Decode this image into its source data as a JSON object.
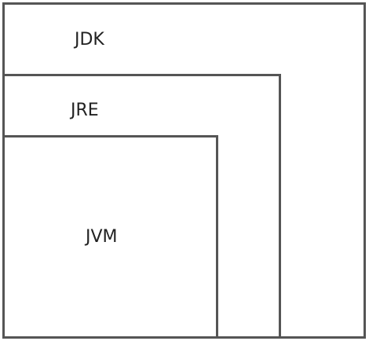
{
  "diagram": {
    "outer_label": "JDK",
    "middle_label": "JRE",
    "inner_label": "JVM"
  },
  "colors": {
    "border": "#555555",
    "text": "#222222",
    "background": "#ffffff"
  }
}
